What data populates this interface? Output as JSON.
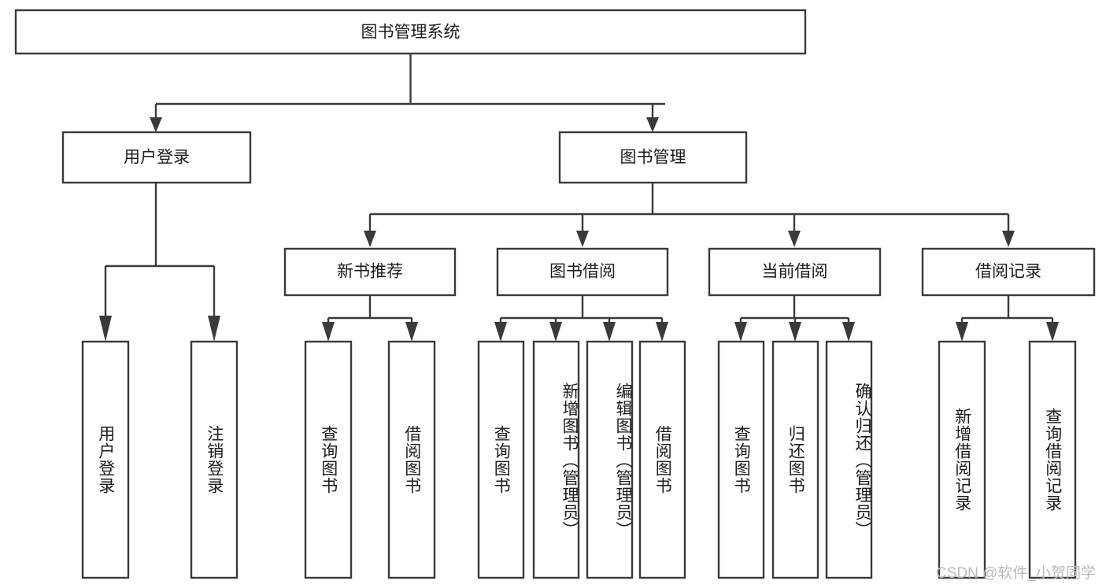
{
  "diagram": {
    "title": "图书管理系统",
    "type": "hierarchy-tree",
    "levels": 4,
    "root": {
      "id": "root",
      "label": "图书管理系统",
      "orientation": "horizontal"
    },
    "level2": [
      {
        "id": "user-login",
        "label": "用户登录",
        "orientation": "horizontal"
      },
      {
        "id": "book-management",
        "label": "图书管理",
        "orientation": "horizontal"
      }
    ],
    "level3": [
      {
        "id": "new-book-recommend",
        "label": "新书推荐",
        "orientation": "horizontal",
        "parent": "book-management"
      },
      {
        "id": "book-borrow",
        "label": "图书借阅",
        "orientation": "horizontal",
        "parent": "book-management"
      },
      {
        "id": "current-borrow",
        "label": "当前借阅",
        "orientation": "horizontal",
        "parent": "book-management"
      },
      {
        "id": "borrow-record",
        "label": "借阅记录",
        "orientation": "horizontal",
        "parent": "book-management"
      }
    ],
    "leaves": [
      {
        "id": "leaf-user-login",
        "label": "用户登录",
        "parent": "user-login",
        "orientation": "vertical"
      },
      {
        "id": "leaf-user-logout",
        "label": "注销登录",
        "parent": "user-login",
        "orientation": "vertical"
      },
      {
        "id": "leaf-query-book-1",
        "label": "查询图书",
        "parent": "new-book-recommend",
        "orientation": "vertical"
      },
      {
        "id": "leaf-borrow-book-1",
        "label": "借阅图书",
        "parent": "new-book-recommend",
        "orientation": "vertical"
      },
      {
        "id": "leaf-query-book-2",
        "label": "查询图书",
        "parent": "book-borrow",
        "orientation": "vertical"
      },
      {
        "id": "leaf-add-book",
        "label": "新增图书（管理员）",
        "parent": "book-borrow",
        "orientation": "vertical"
      },
      {
        "id": "leaf-edit-book",
        "label": "编辑图书（管理员）",
        "parent": "book-borrow",
        "orientation": "vertical"
      },
      {
        "id": "leaf-borrow-book-2",
        "label": "借阅图书",
        "parent": "book-borrow",
        "orientation": "vertical"
      },
      {
        "id": "leaf-query-book-3",
        "label": "查询图书",
        "parent": "current-borrow",
        "orientation": "vertical"
      },
      {
        "id": "leaf-return-book",
        "label": "归还图书",
        "parent": "current-borrow",
        "orientation": "vertical"
      },
      {
        "id": "leaf-confirm-return",
        "label": "确认归还（管理员）",
        "parent": "current-borrow",
        "orientation": "vertical"
      },
      {
        "id": "leaf-add-record",
        "label": "新增借阅记录",
        "parent": "borrow-record",
        "orientation": "vertical"
      },
      {
        "id": "leaf-query-record",
        "label": "查询借阅记录",
        "parent": "borrow-record",
        "orientation": "vertical"
      }
    ],
    "watermark": "CSDN @软件_小贺同学",
    "colors": {
      "stroke": "#3a3a3a",
      "box_fill": "#ffffff",
      "text": "#1c1c1c",
      "background": "#ffffff",
      "watermark": "#b9b9b9"
    }
  }
}
